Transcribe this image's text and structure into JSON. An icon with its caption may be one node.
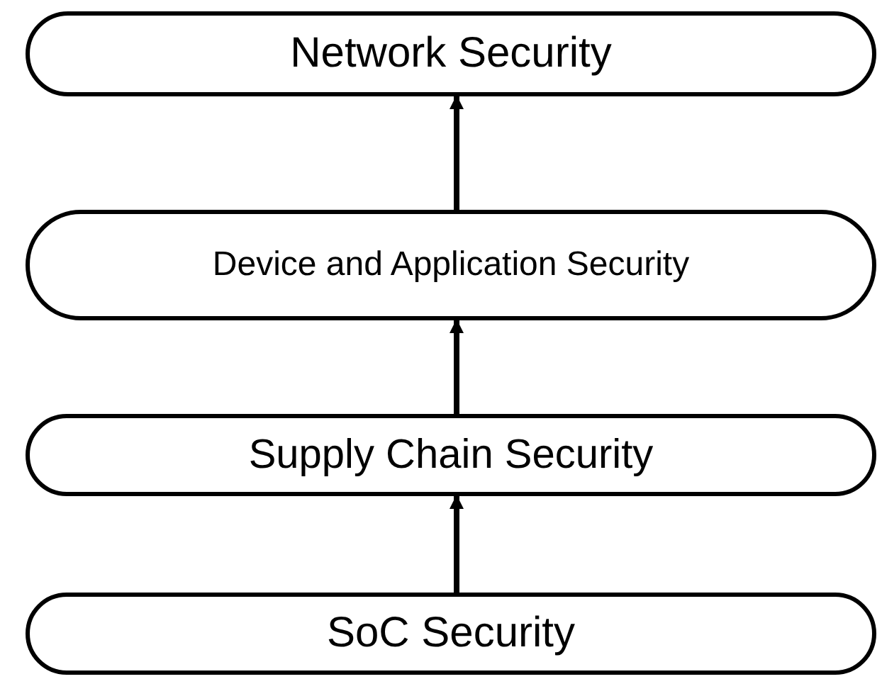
{
  "diagram": {
    "nodes": [
      {
        "text": [
          "Network Security"
        ]
      },
      {
        "text": [
          "Device and Application Security"
        ]
      },
      {
        "text": [
          "Supply Chain Security"
        ]
      },
      {
        "text": [
          "SoC Security"
        ]
      }
    ],
    "edges": [
      {
        "from": 3,
        "to": 2,
        "arrow": "to"
      },
      {
        "from": 2,
        "to": 1,
        "arrow": "to"
      },
      {
        "from": 1,
        "to": 0,
        "arrow": "to"
      }
    ]
  }
}
